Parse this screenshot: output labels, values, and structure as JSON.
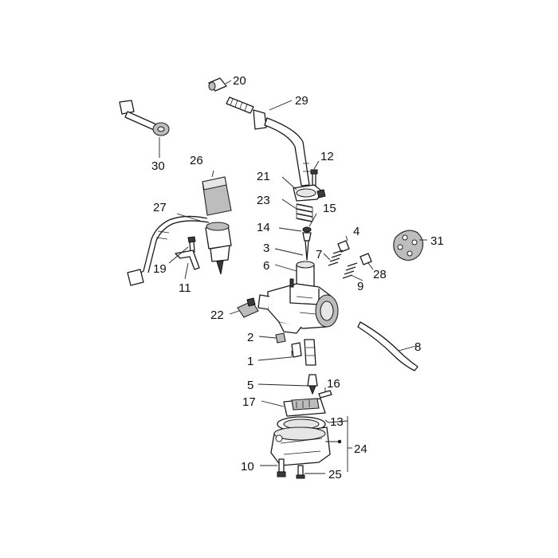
{
  "callouts": {
    "c1": "1",
    "c2": "2",
    "c3": "3",
    "c4": "4",
    "c5": "5",
    "c6": "6",
    "c7": "7",
    "c8": "8",
    "c9": "9",
    "c10": "10",
    "c11": "11",
    "c12": "12",
    "c13": "13",
    "c14": "14",
    "c15": "15",
    "c16": "16",
    "c17": "17",
    "c19": "19",
    "c20": "20",
    "c21": "21",
    "c22": "22",
    "c23": "23",
    "c24": "24",
    "c25": "25",
    "c26": "26",
    "c27": "27",
    "c28": "28",
    "c29": "29",
    "c30": "30",
    "c31": "31"
  }
}
